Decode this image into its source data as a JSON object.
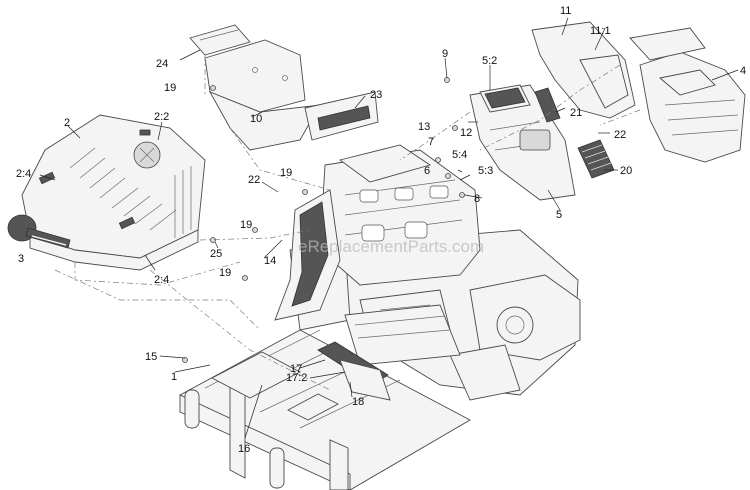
{
  "watermark": "eReplacementParts.com",
  "colors": {
    "line": "#4a4a4a",
    "dark_part": "#555555",
    "watermark": "#b9b9b9"
  },
  "callouts": {
    "c1": "1",
    "c2": "2",
    "c2_2": "2:2",
    "c2_4_left": "2:4",
    "c2_4_bottom": "2:4",
    "c3": "3",
    "c4": "4",
    "c5": "5",
    "c5_2": "5:2",
    "c5_3": "5:3",
    "c5_4": "5:4",
    "c6": "6",
    "c7": "7",
    "c8": "8",
    "c9": "9",
    "c10": "10",
    "c11": "11",
    "c11_1": "11:1",
    "c12": "12",
    "c13": "13",
    "c14": "14",
    "c15": "15",
    "c16": "16",
    "c17": "17",
    "c17_2": "17:2",
    "c18": "18",
    "c19_a": "19",
    "c19_b": "19",
    "c19_c": "19",
    "c19_d": "19",
    "c20": "20",
    "c21": "21",
    "c22_left": "22",
    "c22_right": "22",
    "c23": "23",
    "c24": "24",
    "c25": "25"
  }
}
